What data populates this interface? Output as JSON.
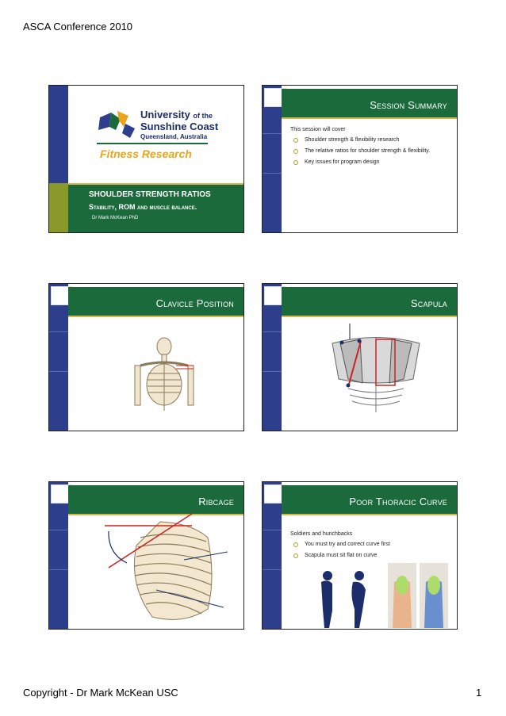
{
  "header": {
    "title": "ASCA Conference 2010"
  },
  "footer": {
    "copyright": "Copyright - Dr Mark McKean USC",
    "page_number": "1"
  },
  "slides": {
    "title": {
      "uni_line1": "University",
      "uni_of": "of the",
      "uni_line2": "Sunshine Coast",
      "uni_place": "Queensland, Australia",
      "fitness": "Fitness Research",
      "main": "SHOULDER STRENGTH RATIOS",
      "sub": "Stability, ROM and muscle balance.",
      "author": "Dr Mark McKean PhD"
    },
    "summary": {
      "title": "Session Summary",
      "intro": "This session will cover",
      "items": [
        "Shoulder strength & flexibility research",
        "The relative ratios for shoulder strength & flexibility.",
        "Key issues for program design"
      ]
    },
    "clavicle": {
      "title": "Clavicle Position"
    },
    "scapula": {
      "title": "Scapula"
    },
    "ribcage": {
      "title": "Ribcage"
    },
    "thoracic": {
      "title": "Poor Thoracic Curve",
      "intro": "Soldiers and hunchbacks",
      "items": [
        "You must try and correct curve first",
        "Scapula must sit flat on curve"
      ]
    }
  },
  "colors": {
    "banner_green": "#1b6a3c",
    "sidebar_blue": "#2d3f8c",
    "accent_gold": "#d8b64a",
    "fitness_orange": "#e8a51b",
    "annotation_red": "#cc2222"
  }
}
